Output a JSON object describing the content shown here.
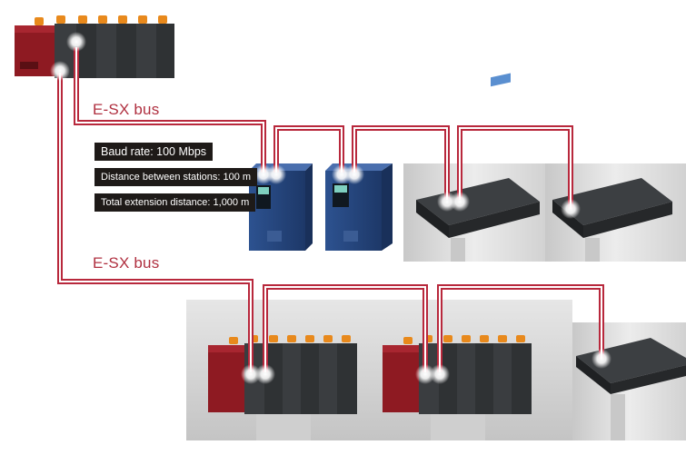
{
  "buses": [
    {
      "label": "E-SX bus"
    },
    {
      "label": "E-SX bus"
    }
  ],
  "specs": {
    "baud_rate": "Baud rate: 100 Mbps",
    "distance_between_stations": "Distance between stations: 100 m",
    "total_extension": "Total extension distance: 1,000 m"
  },
  "colors": {
    "bus_line": "#b8283c",
    "plc_red": "#8e1a22",
    "module_dark": "#3a3d40",
    "orange_connector": "#e8891c",
    "inverter_blue": "#2e4f86",
    "photo_bg": "#d9d9d9"
  },
  "devices": {
    "master_plc": "plc-icon",
    "inverters": [
      "inverter-icon",
      "inverter-icon"
    ],
    "io_terminals": [
      "io-terminal-icon",
      "io-terminal-icon",
      "io-terminal-icon"
    ],
    "remote_plcs": [
      "plc-icon",
      "plc-icon"
    ]
  }
}
